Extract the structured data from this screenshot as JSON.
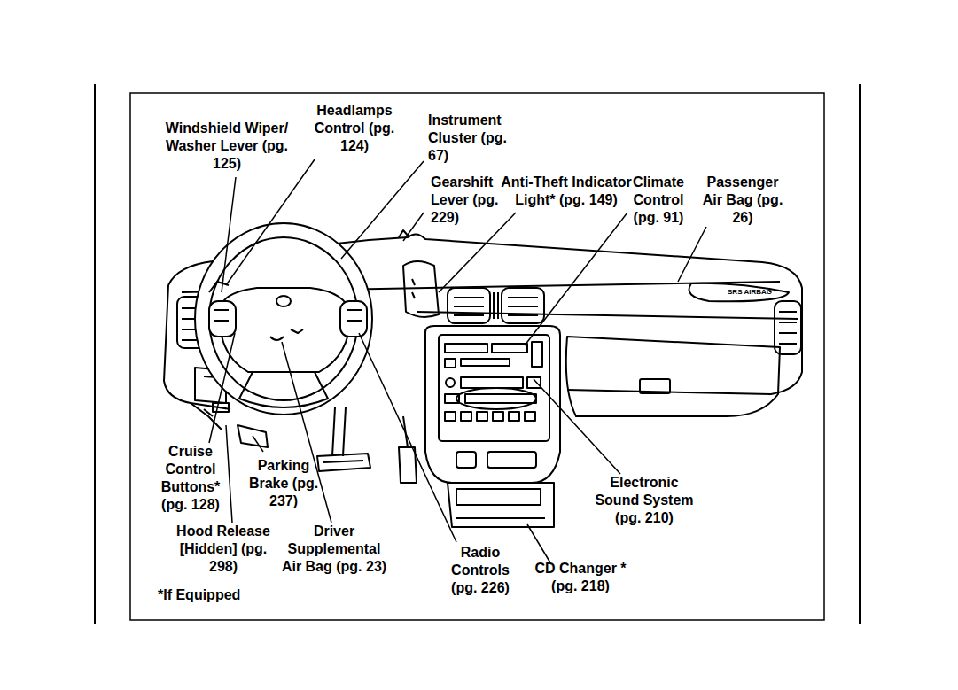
{
  "diagram": {
    "labels": [
      "Headlamps Control (pg. 124)",
      "Windshield Wiper/ Washer Lever (pg. 125)",
      "Instrument Cluster (pg. 67)",
      "Gearshift Lever (pg. 229)",
      "Anti-Theft Indicator Light* (pg. 149)",
      "Climate Control (pg. 91)",
      "Passenger Air Bag (pg. 26)",
      "Cruise Control Buttons* (pg. 128)",
      "Parking Brake (pg. 237)",
      "Hood Release [Hidden] (pg. 298)",
      "Driver Supplemental Air Bag (pg. 23)",
      "*If Equipped",
      "Radio Controls (pg. 226)",
      "CD Changer * (pg. 218)",
      "Electronic Sound System (pg. 210)",
      "SRS AIRBAG"
    ]
  }
}
